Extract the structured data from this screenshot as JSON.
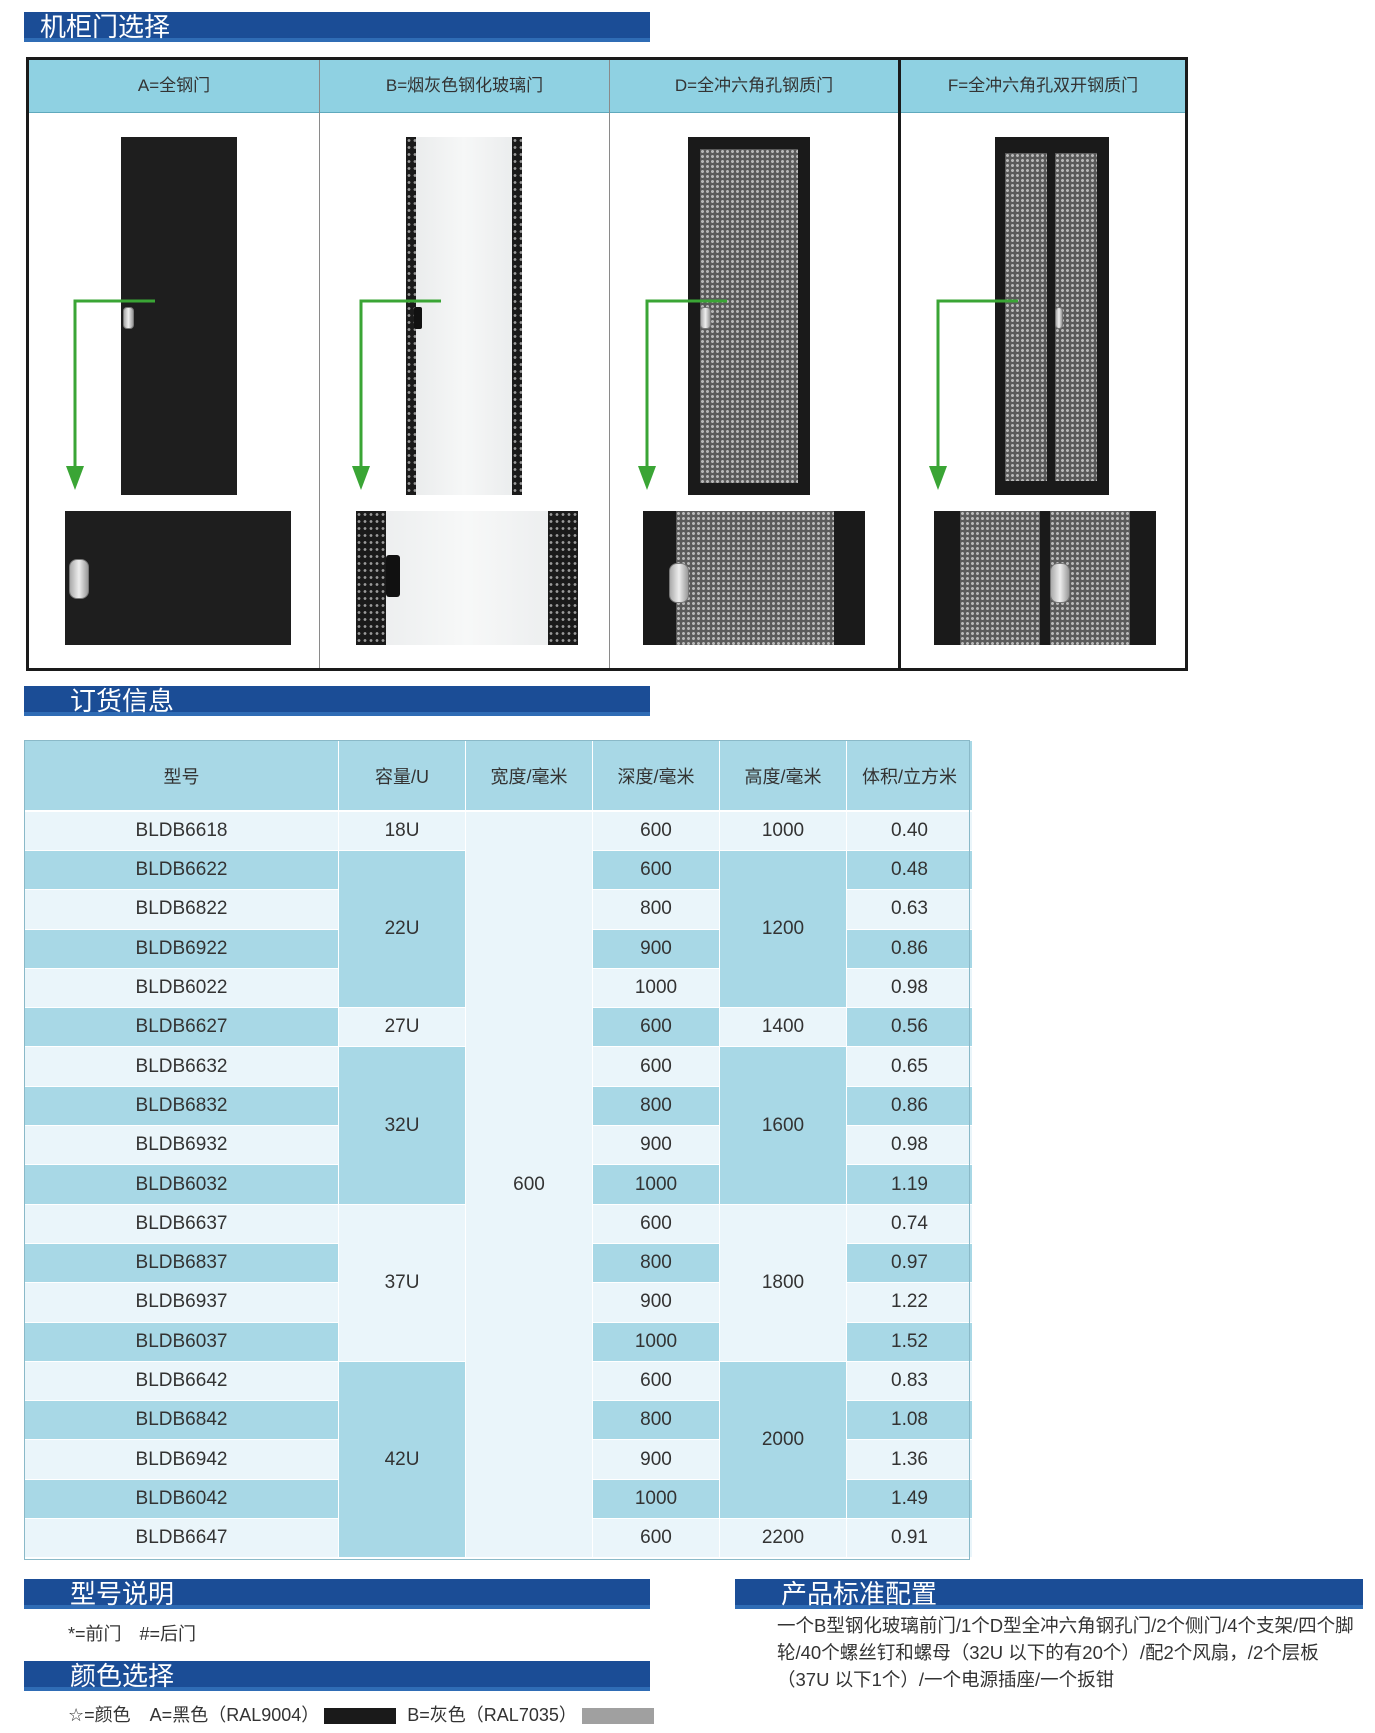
{
  "sections": {
    "door_selection": "机柜门选择",
    "ordering_info": "订货信息",
    "model_notes": "型号说明",
    "color_selection": "颜色选择",
    "standard_config": "产品标准配置"
  },
  "doors": [
    {
      "label": "A=全钢门"
    },
    {
      "label": "B=烟灰色钢化玻璃门"
    },
    {
      "label": "D=全冲六角孔钢质门"
    },
    {
      "label": "F=全冲六角孔双开钢质门"
    }
  ],
  "table": {
    "headers": [
      "型号",
      "容量/U",
      "宽度/毫米",
      "深度/毫米",
      "高度/毫米",
      "体积/立方米"
    ],
    "width_all": "600",
    "models": [
      "BLDB6618",
      "BLDB6622",
      "BLDB6822",
      "BLDB6922",
      "BLDB6022",
      "BLDB6627",
      "BLDB6632",
      "BLDB6832",
      "BLDB6932",
      "BLDB6032",
      "BLDB6637",
      "BLDB6837",
      "BLDB6937",
      "BLDB6037",
      "BLDB6642",
      "BLDB6842",
      "BLDB6942",
      "BLDB6042",
      "BLDB6647"
    ],
    "capacity_groups": [
      {
        "value": "18U",
        "rows": 1
      },
      {
        "value": "22U",
        "rows": 4
      },
      {
        "value": "27U",
        "rows": 1
      },
      {
        "value": "32U",
        "rows": 4
      },
      {
        "value": "37U",
        "rows": 4
      },
      {
        "value": "42U",
        "rows": 5
      }
    ],
    "depths": [
      "600",
      "600",
      "800",
      "900",
      "1000",
      "600",
      "600",
      "800",
      "900",
      "1000",
      "600",
      "800",
      "900",
      "1000",
      "600",
      "800",
      "900",
      "1000",
      "600"
    ],
    "height_groups": [
      {
        "value": "1000",
        "rows": 1
      },
      {
        "value": "1200",
        "rows": 4
      },
      {
        "value": "1400",
        "rows": 1
      },
      {
        "value": "1600",
        "rows": 4
      },
      {
        "value": "1800",
        "rows": 4
      },
      {
        "value": "2000",
        "rows": 4
      },
      {
        "value": "2200",
        "rows": 1
      }
    ],
    "volumes": [
      "0.40",
      "0.48",
      "0.63",
      "0.86",
      "0.98",
      "0.56",
      "0.65",
      "0.86",
      "0.98",
      "1.19",
      "0.74",
      "0.97",
      "1.22",
      "1.52",
      "0.83",
      "1.08",
      "1.36",
      "1.49",
      "0.91"
    ]
  },
  "notes": {
    "model_note": "*=前门　#=后门",
    "color_prefix": "☆=颜色",
    "color_a": "A=黑色（RAL9004）",
    "color_b": "B=灰色（RAL7035）",
    "color_a_hex": "#1a1a1a",
    "color_b_hex": "#a0a0a0",
    "config_text": "一个B型钢化玻璃前门/1个D型全冲六角钢孔门/2个侧门/4个支架/四个脚轮/40个螺丝钉和螺母（32U 以下的有20个）/配2个风扇，/2个层板（37U 以下1个）/一个电源插座/一个扳钳"
  },
  "colors": {
    "section_bg": "#1b4d96",
    "header_cyan": "#8fd1e2",
    "row_dark": "#a8d8e6",
    "row_light": "#eaf5fa",
    "arrow_green": "#3aa535"
  }
}
